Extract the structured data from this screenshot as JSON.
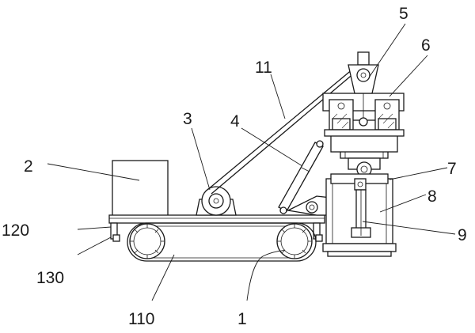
{
  "labels": {
    "l1": "1",
    "l2": "2",
    "l3": "3",
    "l4": "4",
    "l5": "5",
    "l6": "6",
    "l7": "7",
    "l8": "8",
    "l9": "9",
    "l11": "11",
    "l110": "110",
    "l120": "120",
    "l130": "130"
  },
  "colors": {
    "line": "#1a1a1a",
    "background": "#ffffff"
  }
}
